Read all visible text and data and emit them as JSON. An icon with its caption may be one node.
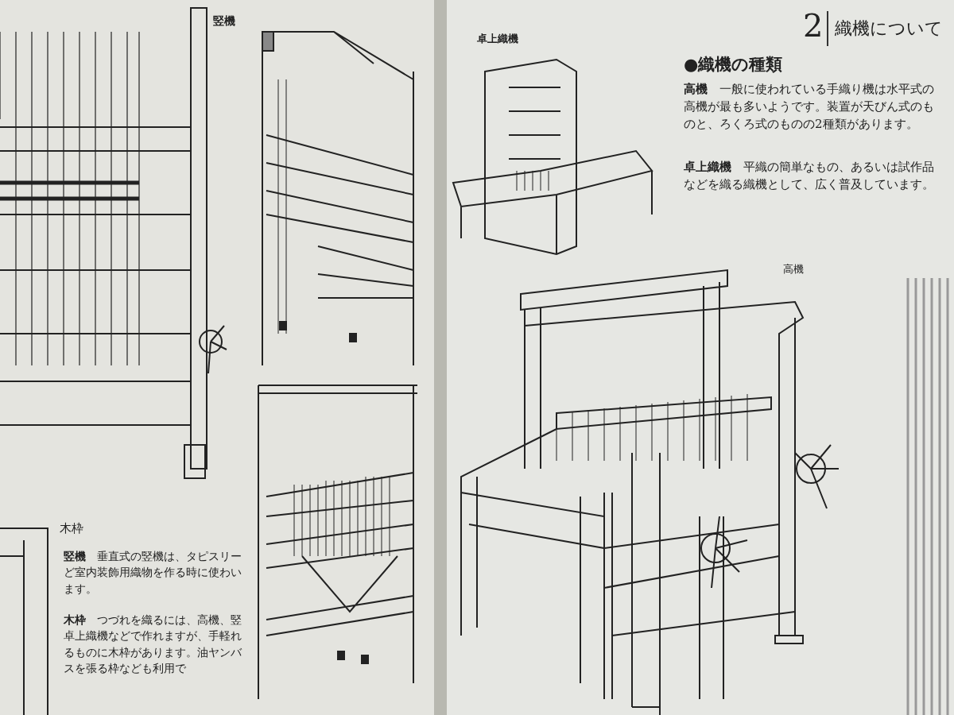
{
  "diagram": {
    "title": "織機について",
    "labels": [
      "2",
      "●織機の種類",
      "**高機**　一般に使われている手織り機は水平式の高機が最も多いようです。装置が天びん式のものと、ろくろ式のものの2種類があります。",
      "**卓上織機**　平織の簡単なもの、あるいは試作品などを織る織機として、広く普及しています。",
      "卓上織機",
      "高機",
      "竪機",
      "**竪機**　垂直式の竪機は、タピスリーど室内装飾用織物を作る時に使わいます。",
      "**木枠**　つづれを織るには、高機、竪卓上織機などで作れますが、手軽れるものに木枠があります。油ヤンバスを張る枠なども利用で",
      "木枠"
    ]
  }
}
